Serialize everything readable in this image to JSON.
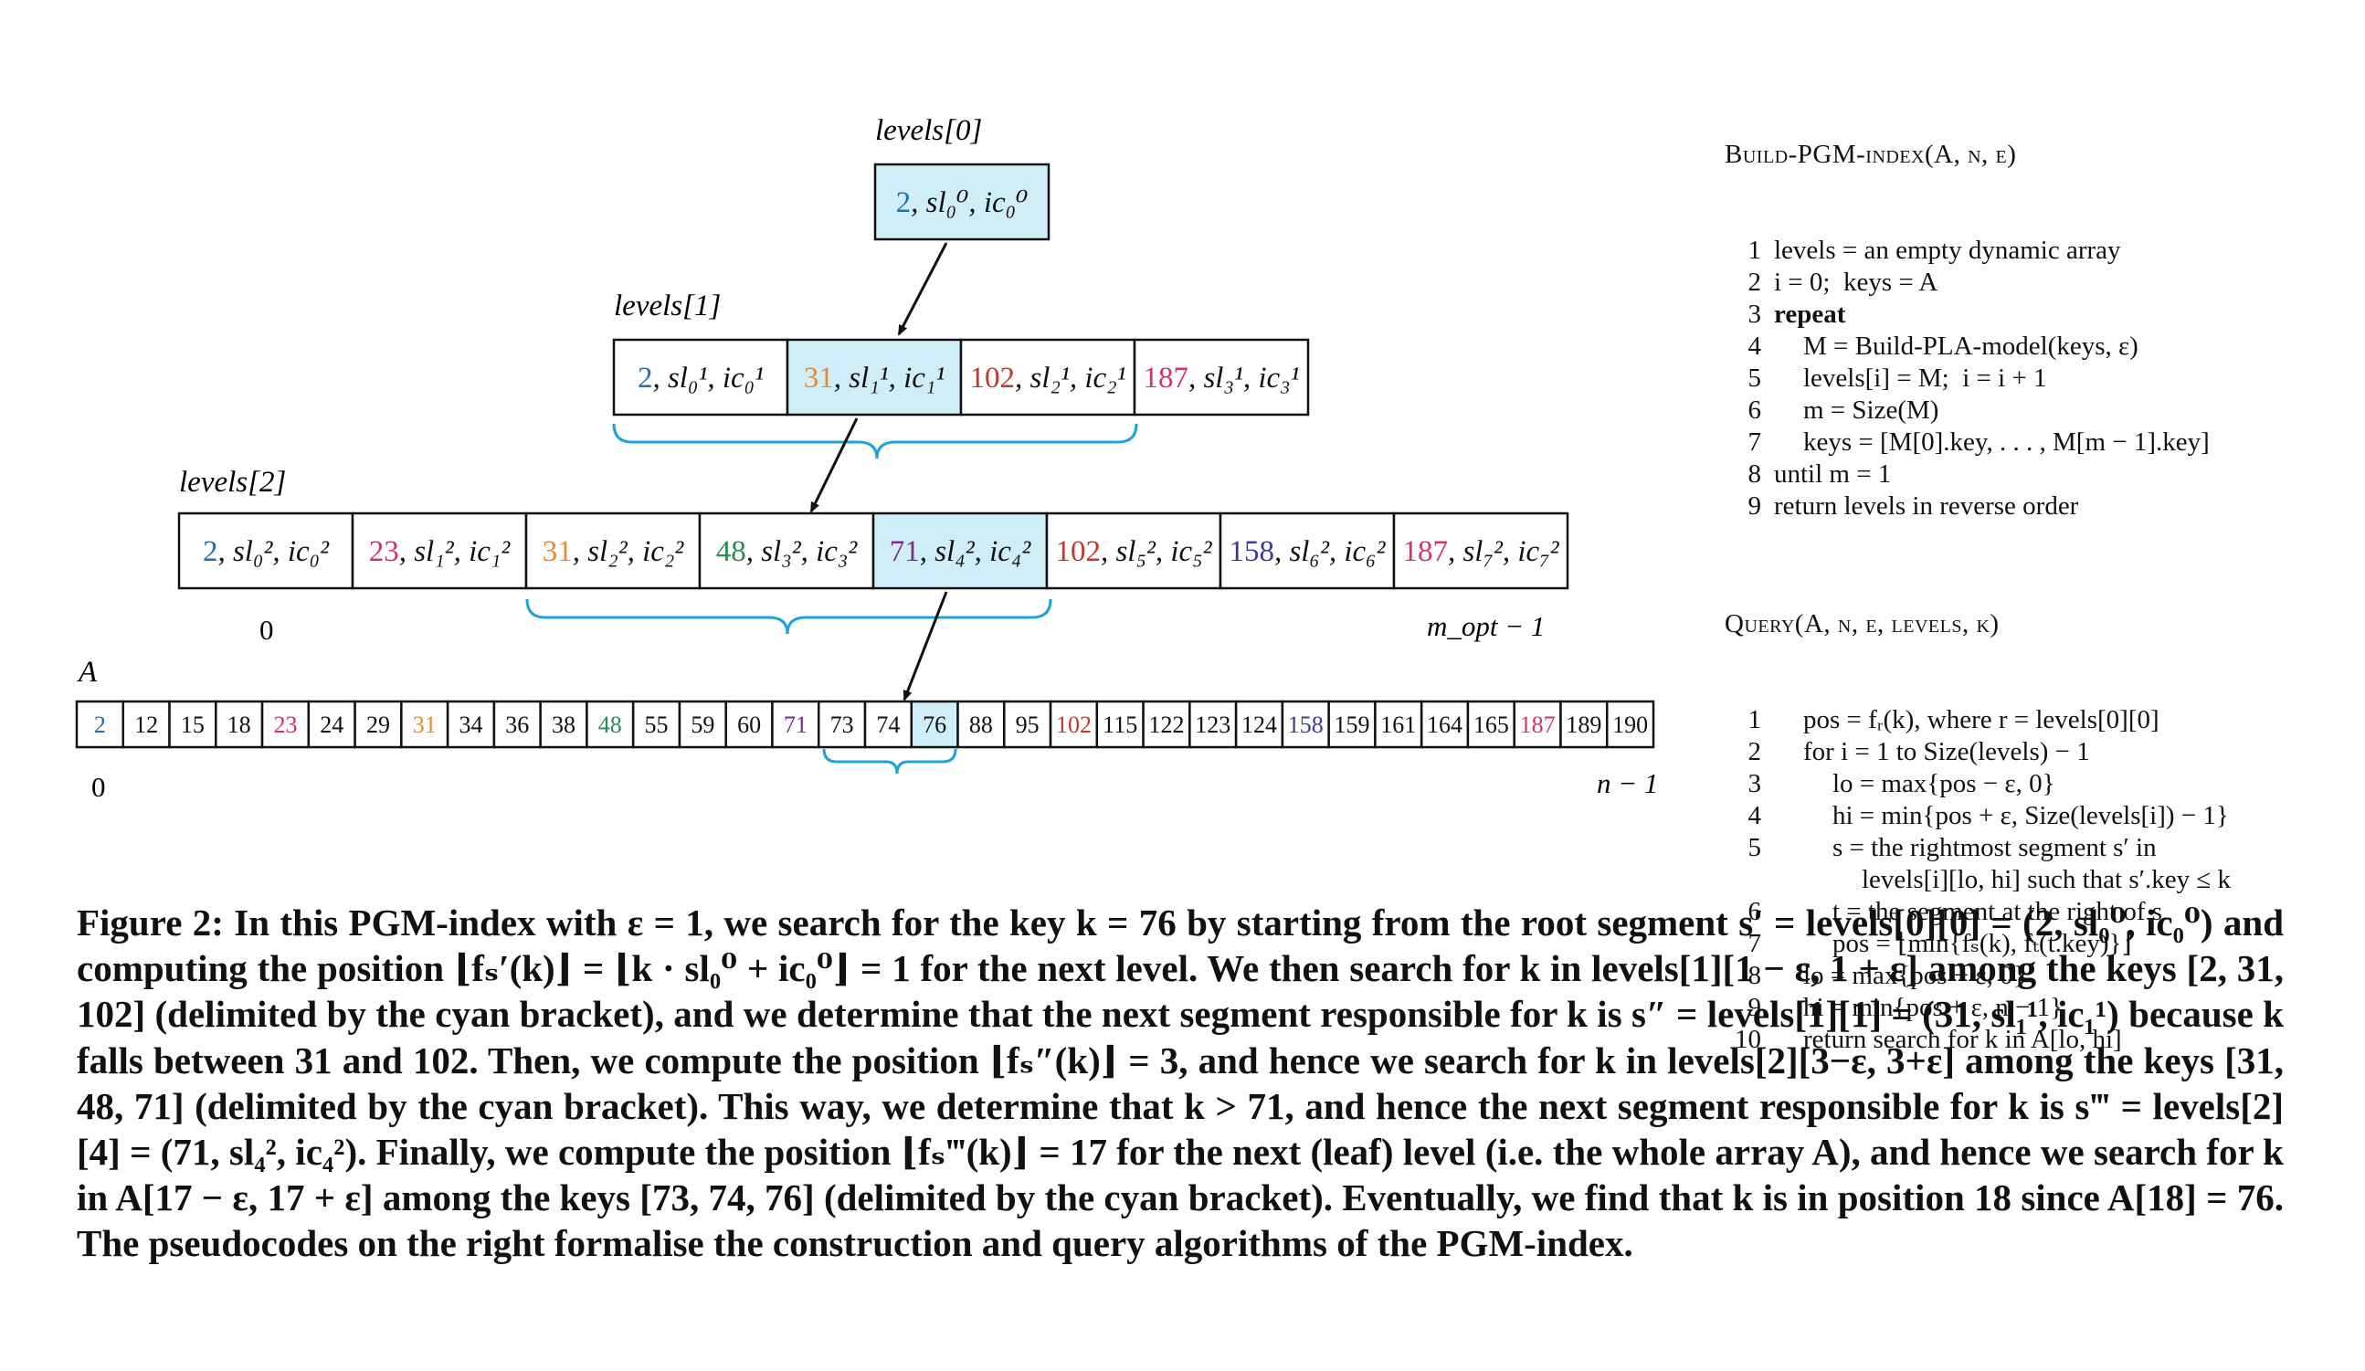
{
  "colors": {
    "blue": "#1f6fb5",
    "orange": "#e8892f",
    "red": "#c0392b",
    "pink": "#d6336c",
    "green": "#2e8b57",
    "purple": "#7b2d8e",
    "navy": "#3b3b9a",
    "highlight": "#cfeef8",
    "bracket": "#1ea3d8",
    "black": "#111111"
  },
  "diagram": {
    "level0_label": "levels[0]",
    "level1_label": "levels[1]",
    "level2_label": "levels[2]",
    "array_label": "A",
    "level2_index_start": "0",
    "level2_index_end": "m_opt − 1",
    "array_index_start": "0",
    "array_index_end": "n − 1",
    "level0_cells": [
      {
        "key": "2",
        "text": ", sl₀⁰, ic₀⁰",
        "color": "blue",
        "highlight": true
      }
    ],
    "level1_cells": [
      {
        "key": "2",
        "text": ", sl₀¹, ic₀¹",
        "color": "blue",
        "highlight": false
      },
      {
        "key": "31",
        "text": ", sl₁¹, ic₁¹",
        "color": "orange",
        "highlight": true
      },
      {
        "key": "102",
        "text": ", sl₂¹, ic₂¹",
        "color": "red",
        "highlight": false
      },
      {
        "key": "187",
        "text": ", sl₃¹, ic₃¹",
        "color": "pink",
        "highlight": false
      }
    ],
    "level2_cells": [
      {
        "key": "2",
        "text": ", sl₀², ic₀²",
        "color": "blue",
        "highlight": false
      },
      {
        "key": "23",
        "text": ", sl₁², ic₁²",
        "color": "pink",
        "highlight": false
      },
      {
        "key": "31",
        "text": ", sl₂², ic₂²",
        "color": "orange",
        "highlight": false
      },
      {
        "key": "48",
        "text": ", sl₃², ic₃²",
        "color": "green",
        "highlight": false
      },
      {
        "key": "71",
        "text": ", sl₄², ic₄²",
        "color": "purple",
        "highlight": true
      },
      {
        "key": "102",
        "text": ", sl₅², ic₅²",
        "color": "red",
        "highlight": false
      },
      {
        "key": "158",
        "text": ", sl₆², ic₆²",
        "color": "navy",
        "highlight": false
      },
      {
        "key": "187",
        "text": ", sl₇², ic₇²",
        "color": "pink",
        "highlight": false
      }
    ],
    "array_cells": [
      {
        "v": "2",
        "c": "blue"
      },
      {
        "v": "12",
        "c": "black"
      },
      {
        "v": "15",
        "c": "black"
      },
      {
        "v": "18",
        "c": "black"
      },
      {
        "v": "23",
        "c": "pink"
      },
      {
        "v": "24",
        "c": "black"
      },
      {
        "v": "29",
        "c": "black"
      },
      {
        "v": "31",
        "c": "orange"
      },
      {
        "v": "34",
        "c": "black"
      },
      {
        "v": "36",
        "c": "black"
      },
      {
        "v": "38",
        "c": "black"
      },
      {
        "v": "48",
        "c": "green"
      },
      {
        "v": "55",
        "c": "black"
      },
      {
        "v": "59",
        "c": "black"
      },
      {
        "v": "60",
        "c": "black"
      },
      {
        "v": "71",
        "c": "purple"
      },
      {
        "v": "73",
        "c": "black"
      },
      {
        "v": "74",
        "c": "black"
      },
      {
        "v": "76",
        "c": "black",
        "highlight": true
      },
      {
        "v": "88",
        "c": "black"
      },
      {
        "v": "95",
        "c": "black"
      },
      {
        "v": "102",
        "c": "red"
      },
      {
        "v": "115",
        "c": "black"
      },
      {
        "v": "122",
        "c": "black"
      },
      {
        "v": "123",
        "c": "black"
      },
      {
        "v": "124",
        "c": "black"
      },
      {
        "v": "158",
        "c": "navy"
      },
      {
        "v": "159",
        "c": "black"
      },
      {
        "v": "161",
        "c": "black"
      },
      {
        "v": "164",
        "c": "black"
      },
      {
        "v": "165",
        "c": "black"
      },
      {
        "v": "187",
        "c": "pink"
      },
      {
        "v": "189",
        "c": "black"
      },
      {
        "v": "190",
        "c": "black"
      }
    ]
  },
  "build_algo": {
    "title": "Build-PGM-index(A, n, ε)",
    "lines": [
      {
        "n": "1",
        "indent": 1,
        "text": "levels = an empty dynamic array"
      },
      {
        "n": "2",
        "indent": 1,
        "text": "i = 0;  keys = A"
      },
      {
        "n": "3",
        "indent": 1,
        "text": "repeat",
        "kw": true
      },
      {
        "n": "4",
        "indent": 2,
        "text": "M = Build-PLA-model(keys, ε)"
      },
      {
        "n": "5",
        "indent": 2,
        "text": "levels[i] = M;  i = i + 1"
      },
      {
        "n": "6",
        "indent": 2,
        "text": "m = Size(M)"
      },
      {
        "n": "7",
        "indent": 2,
        "text": "keys = [M[0].key, . . . , M[m − 1].key]"
      },
      {
        "n": "8",
        "indent": 1,
        "text": "until m = 1"
      },
      {
        "n": "9",
        "indent": 1,
        "text": "return levels in reverse order"
      }
    ]
  },
  "query_algo": {
    "title": "Query(A, n, ε, levels, k)",
    "lines": [
      {
        "n": "1",
        "indent": 2,
        "text": "pos = fᵣ(k), where r = levels[0][0]"
      },
      {
        "n": "2",
        "indent": 2,
        "text": "for i = 1 to Size(levels) − 1"
      },
      {
        "n": "3",
        "indent": 3,
        "text": "lo = max{pos − ε, 0}"
      },
      {
        "n": "4",
        "indent": 3,
        "text": "hi = min{pos + ε, Size(levels[i]) − 1}"
      },
      {
        "n": "5",
        "indent": 3,
        "text": "s = the rightmost segment s′ in"
      },
      {
        "n": "",
        "indent": 4,
        "text": "levels[i][lo, hi] such that s′.key ≤ k"
      },
      {
        "n": "6",
        "indent": 3,
        "text": "t = the segment at the right of s"
      },
      {
        "n": "7",
        "indent": 3,
        "text": "pos = ⌊min{fₛ(k), fₜ(t.key)}⌋"
      },
      {
        "n": "8",
        "indent": 2,
        "text": "lo = max{pos − ε, 0}"
      },
      {
        "n": "9",
        "indent": 2,
        "text": "hi = min{pos + ε, n − 1}"
      },
      {
        "n": "10",
        "indent": 2,
        "text": "return search for k in A[lo, hi]"
      }
    ]
  },
  "caption": "Figure 2: In this PGM-index with ε = 1, we search for the key k = 76 by starting from the root segment s′ = levels[0][0] = (2, sl₀⁰, ic₀⁰) and computing the position ⌊fₛ′(k)⌋ = ⌊k · sl₀⁰ + ic₀⁰⌋ = 1 for the next level. We then search for k in levels[1][1 − ε, 1 + ε] among the keys [2, 31, 102] (delimited by the cyan bracket), and we determine that the next segment responsible for k is s″ = levels[1][1] = (31, sl₁¹, ic₁¹) because k falls between 31 and 102. Then, we compute the position ⌊fₛ″(k)⌋ = 3, and hence we search for k in levels[2][3−ε, 3+ε] among the keys [31, 48, 71] (delimited by the cyan bracket). This way, we determine that k > 71, and hence the next segment responsible for k is s‴ = levels[2][4] = (71, sl₄², ic₄²). Finally, we compute the position ⌊fₛ‴(k)⌋ = 17 for the next (leaf) level (i.e. the whole array A), and hence we search for k in A[17 − ε, 17 + ε] among the keys [73, 74, 76] (delimited by the cyan bracket). Eventually, we find that k is in position 18 since A[18] = 76. The pseudocodes on the right formalise the construction and query algorithms of the PGM-index."
}
